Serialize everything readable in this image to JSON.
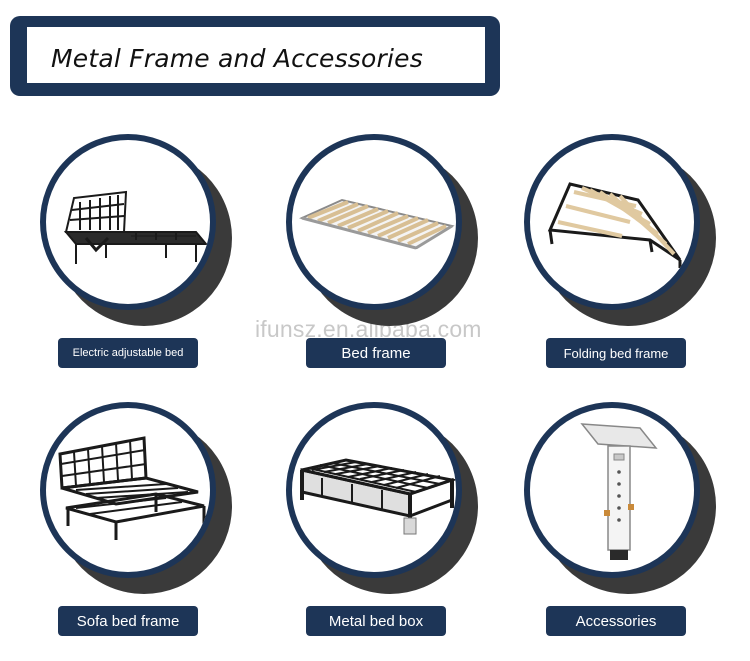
{
  "banner": {
    "title": "Metal Frame and Accessories"
  },
  "watermark": "ifunsz.en.alibaba.com",
  "items": [
    {
      "label": "Electric adjustable bed",
      "icon": "electric-adjustable-bed-icon"
    },
    {
      "label": "Bed frame",
      "icon": "slatted-bed-frame-icon"
    },
    {
      "label": "Folding bed frame",
      "icon": "folding-bed-frame-icon"
    },
    {
      "label": "Sofa bed frame",
      "icon": "sofa-bed-frame-icon"
    },
    {
      "label": "Metal bed box",
      "icon": "metal-bed-box-icon"
    },
    {
      "label": "Accessories",
      "icon": "bed-leg-accessory-icon"
    }
  ],
  "colors": {
    "navy": "#1d3557",
    "shadow": "#3a3a3a",
    "slat": "#e7d3b0"
  }
}
